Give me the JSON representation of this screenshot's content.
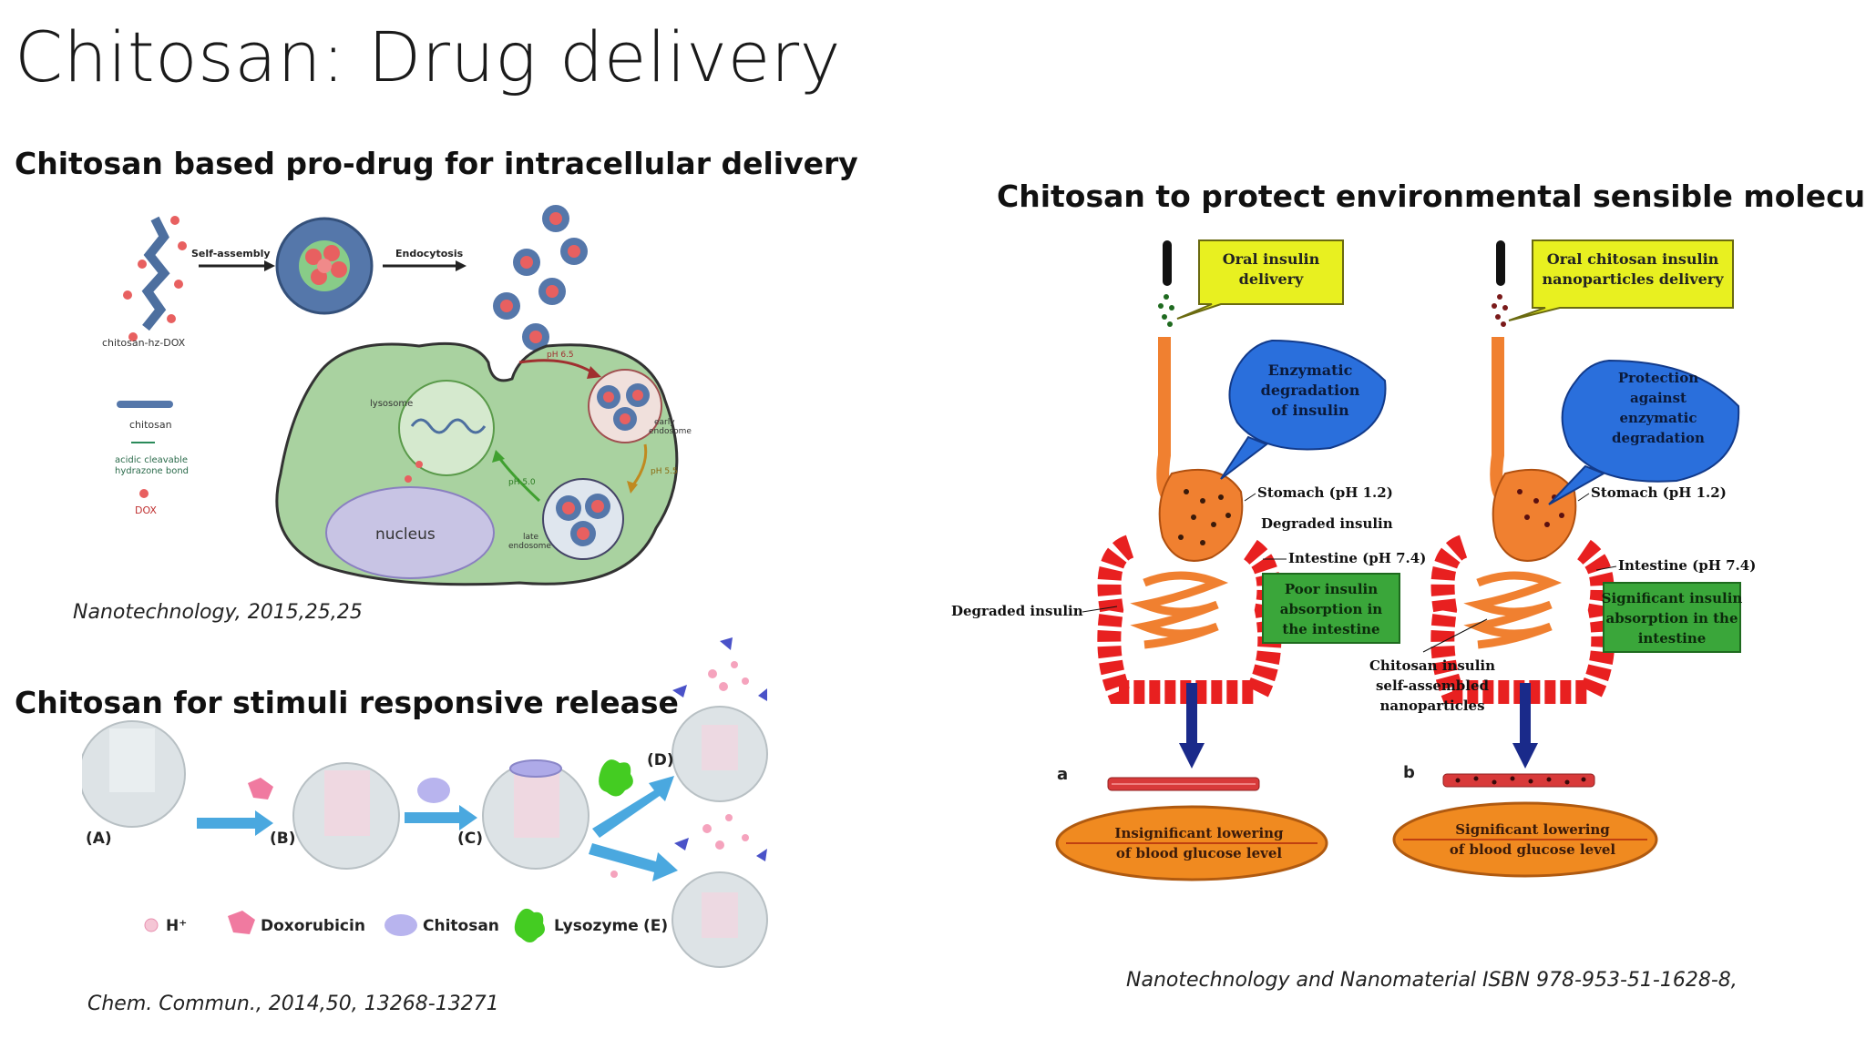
{
  "slide": {
    "title": "Chitosan: Drug delivery"
  },
  "panel_prodrug": {
    "heading": "Chitosan based pro-drug for intracellular delivery",
    "labels": {
      "conjugate": "chitosan-hz-DOX",
      "self_assembly": "Self-assembly",
      "endocytosis": "Endocytosis",
      "lysosome": "lysosome",
      "early_endosome_1": "early",
      "early_endosome_2": "endosome",
      "late_endosome_1": "late",
      "late_endosome_2": "endosome",
      "nucleus": "nucleus",
      "ph_65": "pH 6.5",
      "ph_55": "pH 5.5",
      "ph_50": "pH 5.0"
    },
    "legend": {
      "chitosan": "chitosan",
      "bond_1": "acidic cleavable",
      "bond_2": "hydrazone bond",
      "dox": "DOX"
    },
    "citation": "Nanotechnology, 2015,25,25"
  },
  "panel_stimuli": {
    "heading": "Chitosan for stimuli responsive release",
    "stage_labels": {
      "a": "(A)",
      "b": "(B)",
      "c": "(C)",
      "d": "(D)",
      "e": "(E)"
    },
    "legend": {
      "h_plus": "H⁺",
      "doxorubicin": "Doxorubicin",
      "chitosan": "Chitosan",
      "lysozyme": "Lysozyme"
    },
    "citation": "Chem. Commun., 2014,50, 13268-13271"
  },
  "panel_insulin": {
    "heading": "Chitosan to protect environmental sensible molecules",
    "left": {
      "callout_1": "Oral insulin",
      "callout_2": "delivery",
      "bubble_1": "Enzymatic",
      "bubble_2": "degradation",
      "bubble_3": "of insulin",
      "stomach": "Stomach (pH 1.2)",
      "degraded_right": "Degraded insulin",
      "intestine": "Intestine (pH 7.4)",
      "box_1": "Poor insulin",
      "box_2": "absorption in",
      "box_3": "the intestine",
      "degraded_left": "Degraded insulin",
      "letter": "a",
      "result_1": "Insignificant lowering",
      "result_2": "of blood glucose level"
    },
    "right": {
      "callout_1": "Oral chitosan insulin",
      "callout_2": "nanoparticles delivery",
      "bubble_1": "Protection",
      "bubble_2": "against",
      "bubble_3": "enzymatic",
      "bubble_4": "degradation",
      "stomach": "Stomach (pH 1.2)",
      "intestine": "Intestine (pH 7.4)",
      "box_1": "Significant insulin",
      "box_2": "absorption in the",
      "box_3": "intestine",
      "np_1": "Chitosan insulin",
      "np_2": "self-assembled",
      "np_3": "nanoparticles",
      "letter": "b",
      "result_1": "Significant lowering",
      "result_2": "of blood glucose level"
    },
    "citation": "Nanotechnology and Nanomaterial ISBN 978-953-51-1628-8,"
  },
  "colors": {
    "cell_fill": "#a9d2a0",
    "cell_stroke": "#333333",
    "np_blue": "#5577aa",
    "dox_red": "#e86060",
    "arrow_blue": "#4aa8df",
    "organ_orange": "#f08030",
    "intestine_red": "#e82020",
    "callout_yellow": "#e8f020",
    "bubble_blue": "#2a6fdc",
    "box_green": "#3aa63a"
  }
}
